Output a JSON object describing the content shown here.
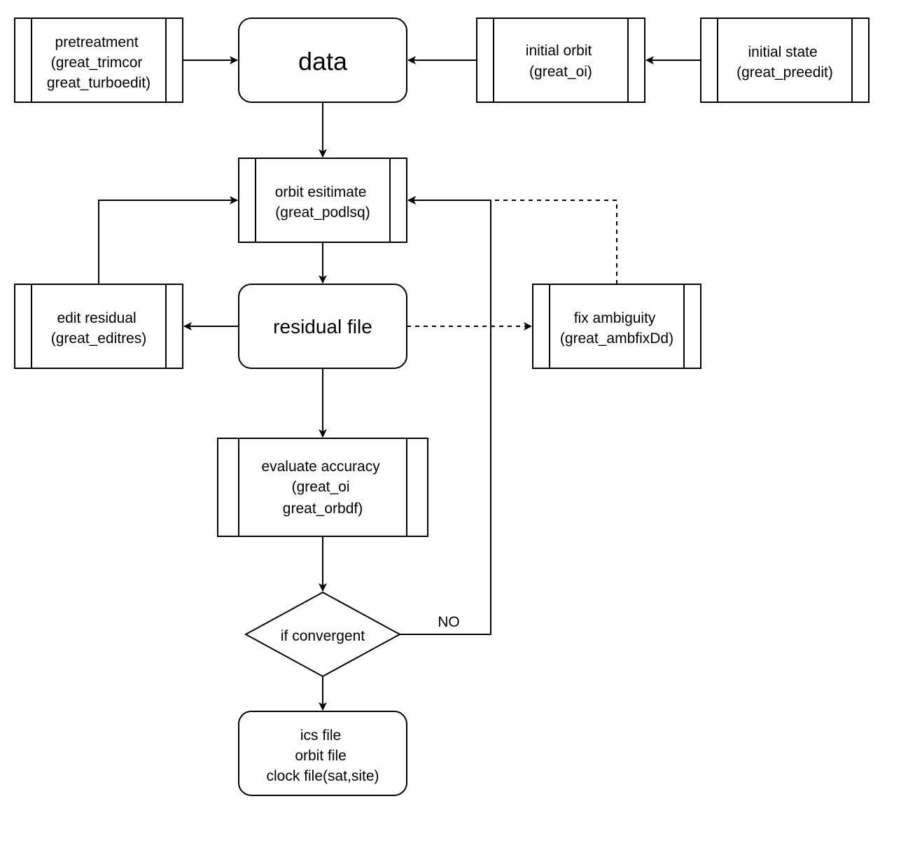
{
  "nodes": {
    "pretreatment": [
      "pretreatment",
      "(great_trimcor",
      "great_turboedit)"
    ],
    "data": [
      "data"
    ],
    "initial_orbit": [
      "initial orbit",
      "(great_oi)"
    ],
    "initial_state": [
      "initial state",
      "(great_preedit)"
    ],
    "orbit_estimate": [
      "orbit esitimate",
      "(great_podlsq)"
    ],
    "edit_residual": [
      "edit residual",
      "(great_editres)"
    ],
    "residual_file": [
      "residual file"
    ],
    "fix_ambiguity": [
      "fix ambiguity",
      "(great_ambfixDd)"
    ],
    "evaluate_accuracy": [
      "evaluate accuracy",
      "(great_oi",
      "great_orbdf)"
    ],
    "if_convergent": [
      "if convergent"
    ],
    "outputs": [
      "ics file",
      "orbit file",
      "clock file(sat,site)"
    ]
  },
  "edge_labels": {
    "no": "NO"
  },
  "colors": {
    "stroke": "#000000",
    "fill": "#ffffff"
  }
}
